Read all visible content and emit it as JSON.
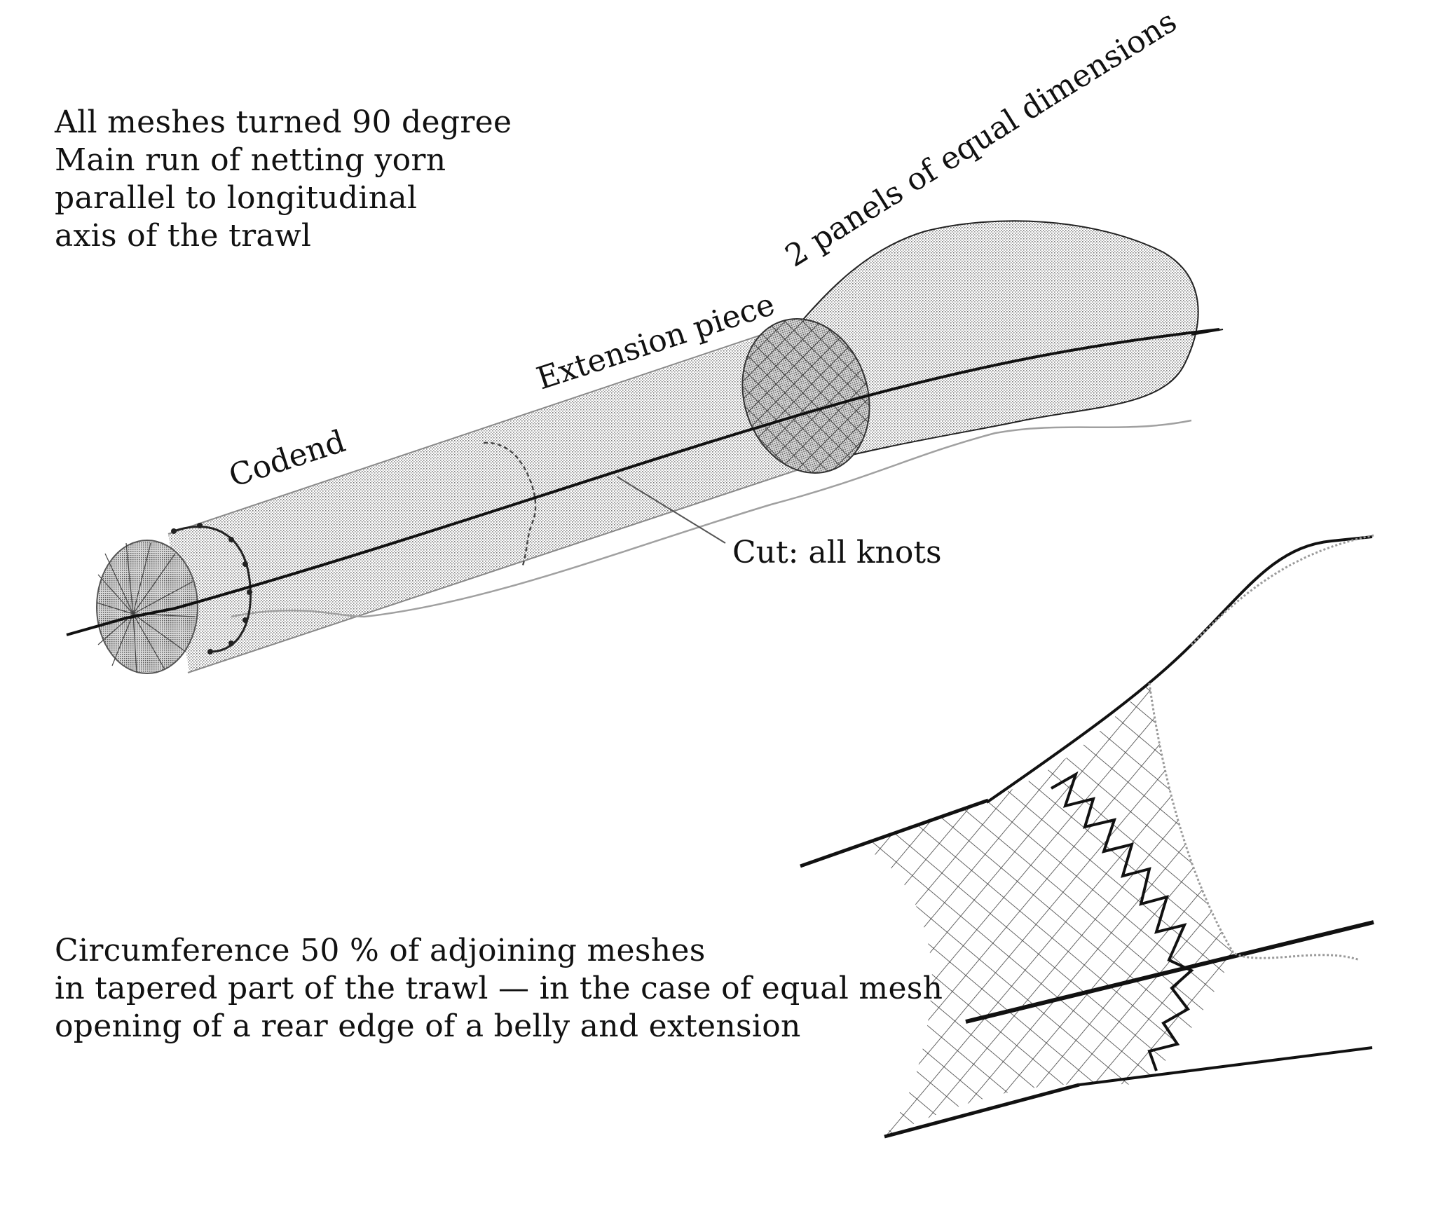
{
  "notes": {
    "top": {
      "line1": "All meshes turned 90 degree",
      "line2": "Main run of netting yorn",
      "line3": "parallel to longitudinal",
      "line4": "axis of the trawl"
    },
    "bottom": {
      "line1": "Circumference 50 % of adjoining meshes",
      "line2": "in tapered part of the trawl — in the case of equal mesh",
      "line3": "opening of a rear edge of a belly and extension"
    }
  },
  "labels": {
    "codend": "Codend",
    "extension_piece": "Extension piece",
    "panels": "2 panels of equal dimensions",
    "cut": "Cut: all knots"
  },
  "colors": {
    "ink": "#111111",
    "stipple": "#9a9a9a",
    "background": "#ffffff"
  }
}
